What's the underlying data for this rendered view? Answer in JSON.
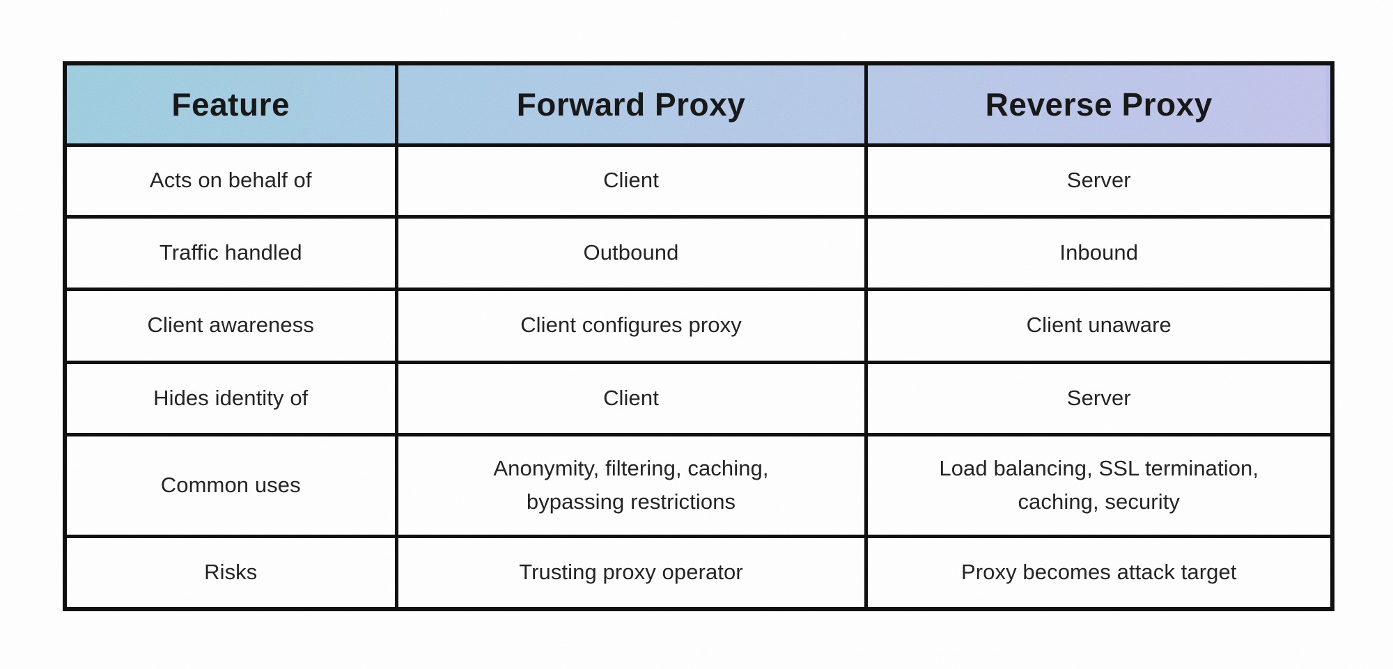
{
  "chart_data": {
    "type": "table",
    "columns": [
      "Feature",
      "Forward Proxy",
      "Reverse Proxy"
    ],
    "rows": [
      [
        "Acts on behalf of",
        "Client",
        "Server"
      ],
      [
        "Traffic handled",
        "Outbound",
        "Inbound"
      ],
      [
        "Client awareness",
        "Client configures proxy",
        "Client unaware"
      ],
      [
        "Hides identity of",
        "Client",
        "Server"
      ],
      [
        "Common uses",
        "Anonymity, filtering, caching, bypassing restrictions",
        "Load balancing, SSL termination, caching, security"
      ],
      [
        "Risks",
        "Trusting proxy operator",
        "Proxy becomes attack target"
      ]
    ],
    "layout_hints": {
      "header_fill": "gradient",
      "grid": "on",
      "legend": "none"
    }
  },
  "colors": {
    "header_gradient_start": "#93c8dd",
    "header_gradient_mid": "#a9c4e5",
    "header_gradient_end": "#bbbee8",
    "border": "#0c0c0c",
    "header_text": "#121212",
    "body_text": "#202020",
    "background": "#ffffff"
  }
}
